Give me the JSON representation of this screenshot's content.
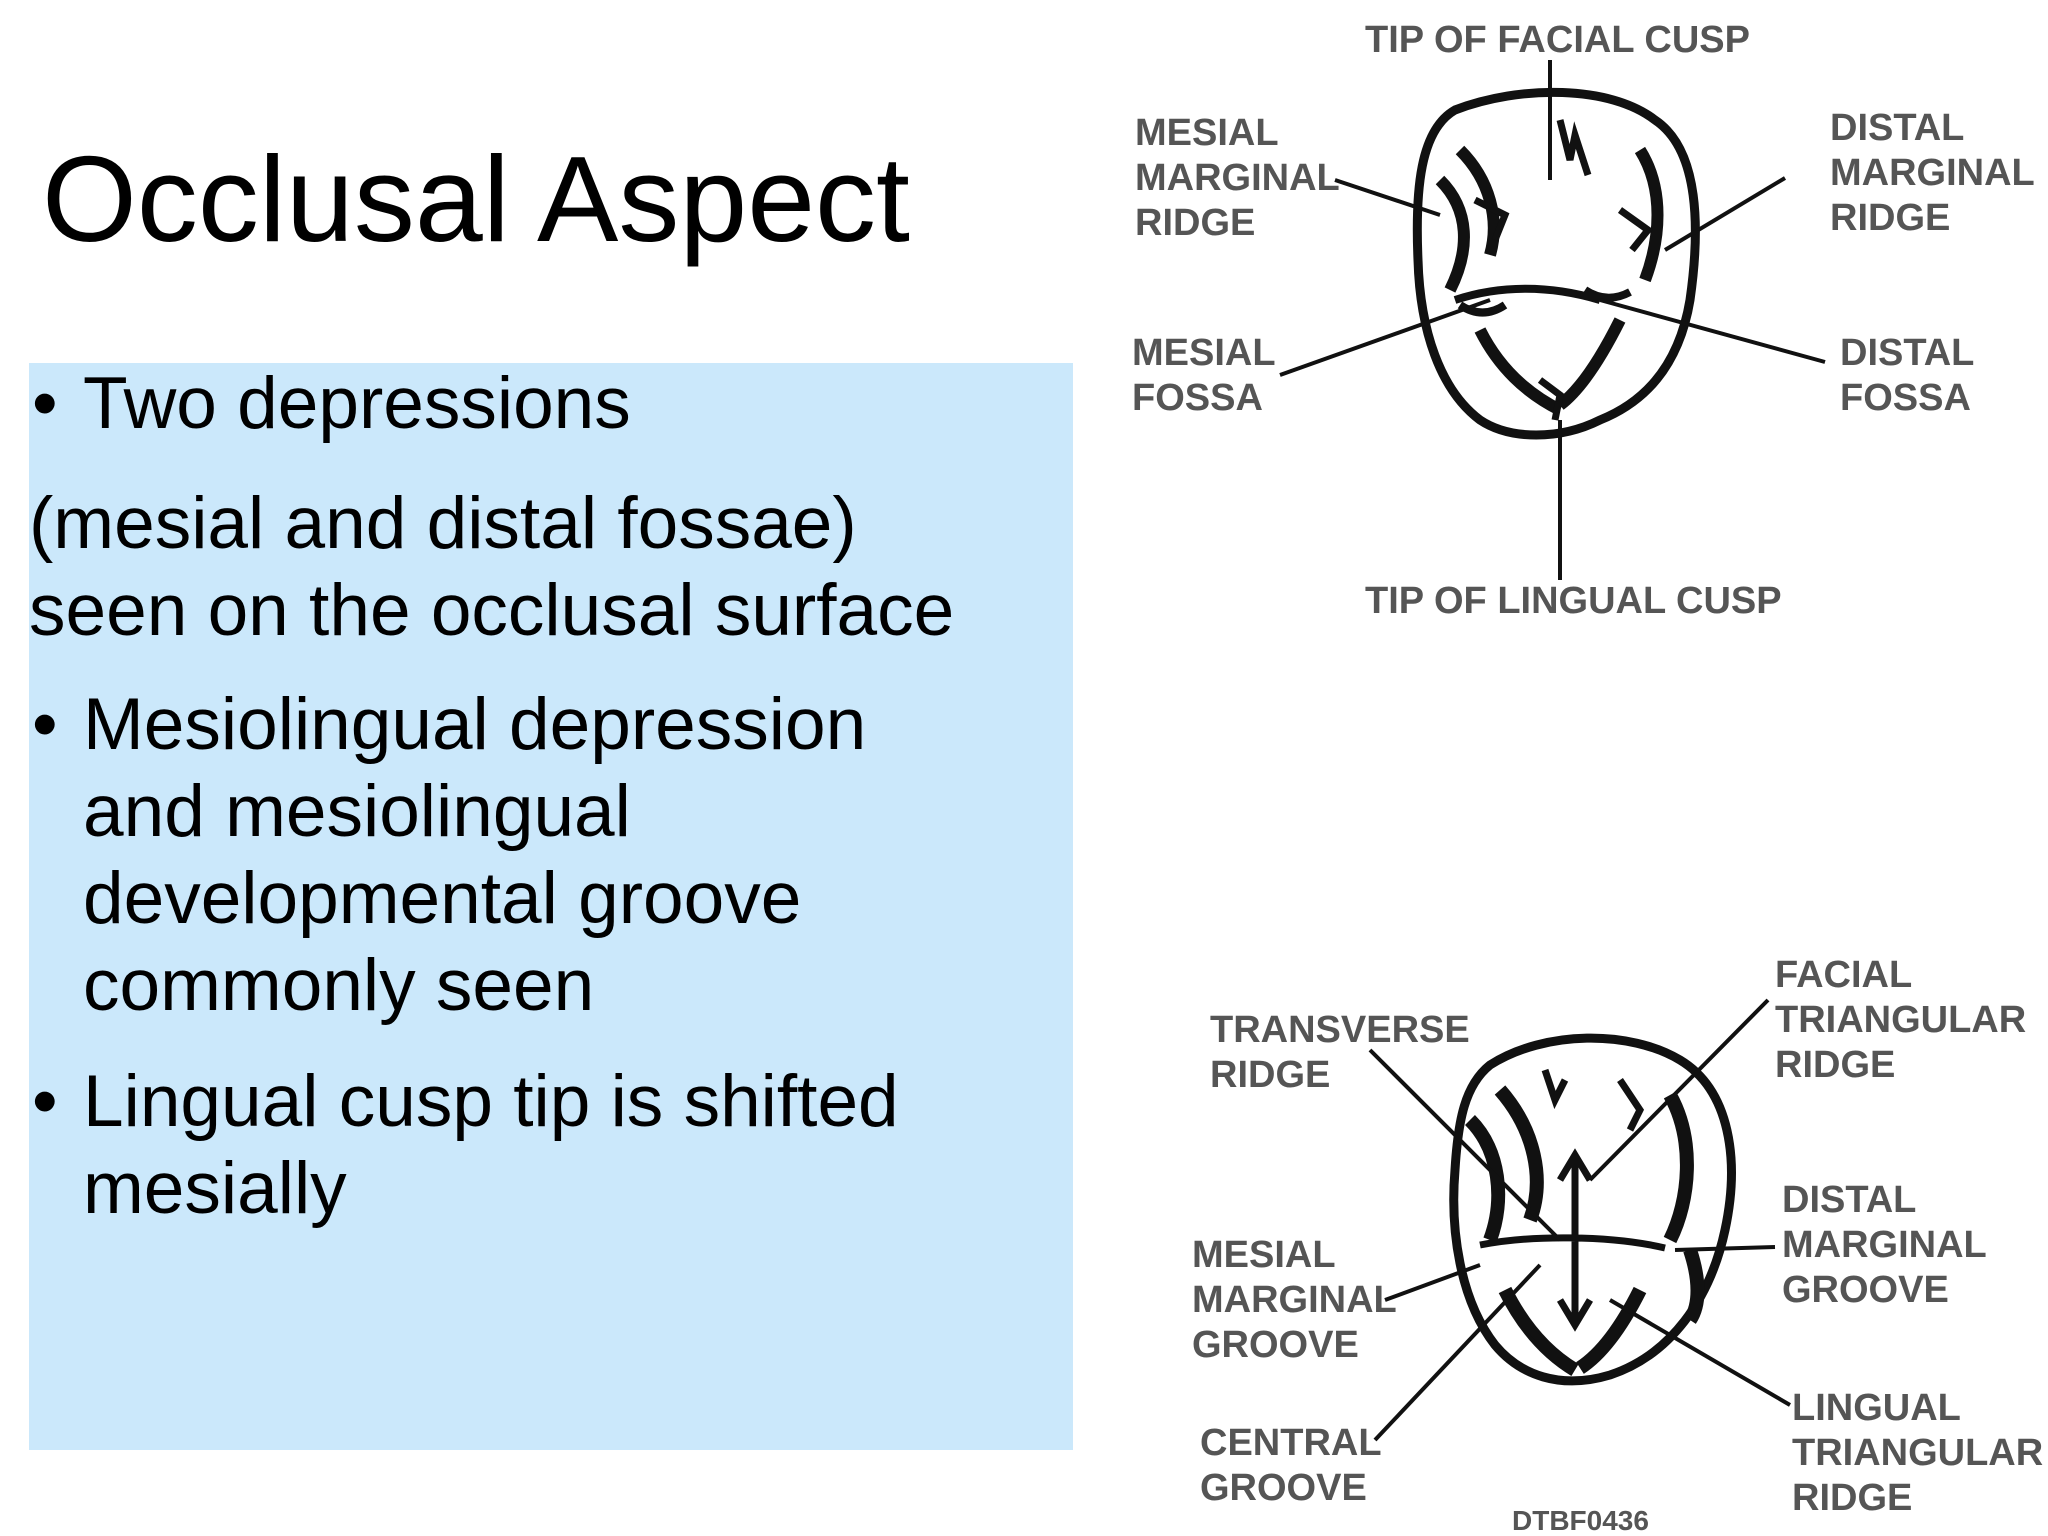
{
  "slide": {
    "title": "Occlusal Aspect",
    "bullets": [
      {
        "lines": [
          "Two depressions"
        ],
        "continuation": [
          "(mesial and distal fossae)",
          "seen on the occlusal surface"
        ]
      },
      {
        "lines": [
          "Mesiolingual depression",
          "and mesiolingual",
          "developmental groove",
          "commonly seen"
        ]
      },
      {
        "lines": [
          "Lingual cusp tip is shifted",
          "mesially"
        ]
      }
    ],
    "bullet_char": "•",
    "colors": {
      "text_box": "#cbe8fb",
      "text": "#000000",
      "diagram_ink": "#111111"
    }
  },
  "figure_top": {
    "labels": {
      "tip_facial": "TIP OF FACIAL CUSP",
      "mesial_marginal": [
        "MESIAL",
        "MARGINAL",
        "RIDGE"
      ],
      "distal_marginal": [
        "DISTAL",
        "MARGINAL",
        "RIDGE"
      ],
      "mesial_fossa": [
        "MESIAL",
        "FOSSA"
      ],
      "distal_fossa": [
        "DISTAL",
        "FOSSA"
      ],
      "tip_lingual": "TIP OF LINGUAL CUSP"
    }
  },
  "figure_bottom": {
    "labels": {
      "transverse": [
        "TRANSVERSE",
        "RIDGE"
      ],
      "facial_triangular": [
        "FACIAL",
        "TRIANGULAR",
        "RIDGE"
      ],
      "mesial_marginal_groove": [
        "MESIAL",
        "MARGINAL",
        "GROOVE"
      ],
      "distal_marginal_groove": [
        "DISTAL",
        "MARGINAL",
        "GROOVE"
      ],
      "central_groove": [
        "CENTRAL",
        "GROOVE"
      ],
      "lingual_triangular": [
        "LINGUAL",
        "TRIANGULAR",
        "RIDGE"
      ],
      "code": "DTBF0436"
    }
  }
}
